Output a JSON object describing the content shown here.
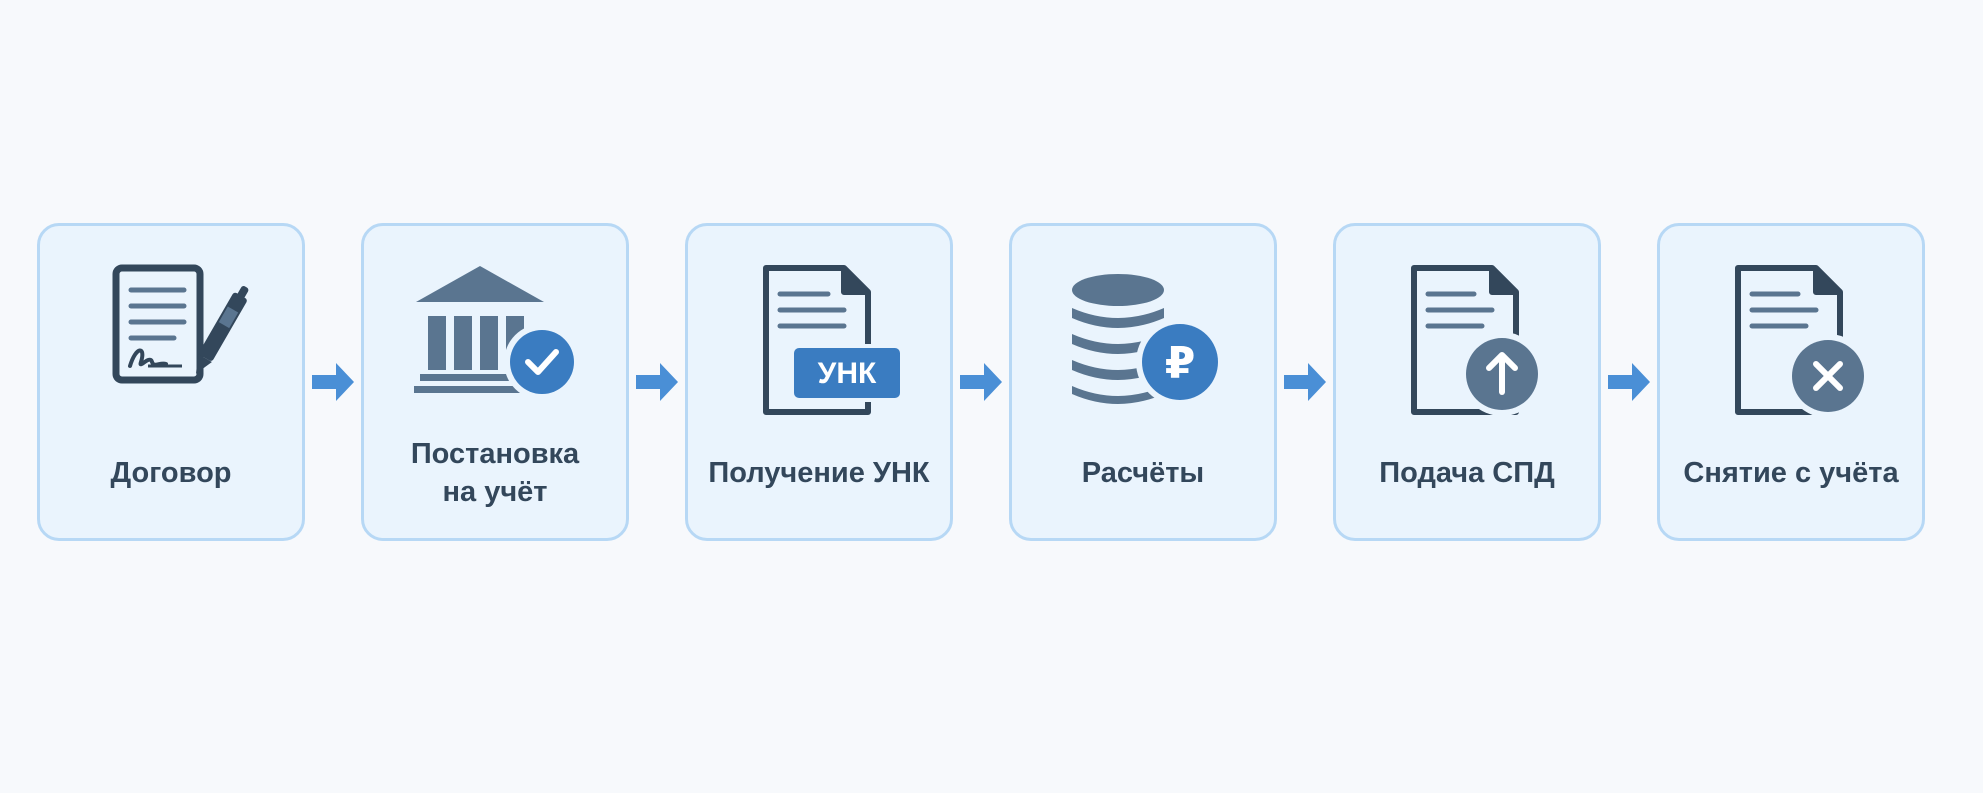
{
  "steps": [
    {
      "label": "Договор",
      "icon": "contract-signing-icon"
    },
    {
      "label": "Постановка\nна учёт",
      "icon": "bank-registration-icon"
    },
    {
      "label": "Получение УНК",
      "icon": "unk-document-icon",
      "badge": "УНК"
    },
    {
      "label": "Расчёты",
      "icon": "coins-ruble-icon",
      "badge": "₽"
    },
    {
      "label": "Подача СПД",
      "icon": "document-upload-icon"
    },
    {
      "label": "Снятие с учёта",
      "icon": "document-cancel-icon"
    }
  ],
  "colors": {
    "card_background": "#eaf4fd",
    "card_border": "#b7d8f5",
    "icon_dark": "#33475b",
    "icon_slate": "#5a7590",
    "accent_blue": "#3a7cc1",
    "arrow": "#4a8fd6",
    "label_text": "#33475b"
  }
}
